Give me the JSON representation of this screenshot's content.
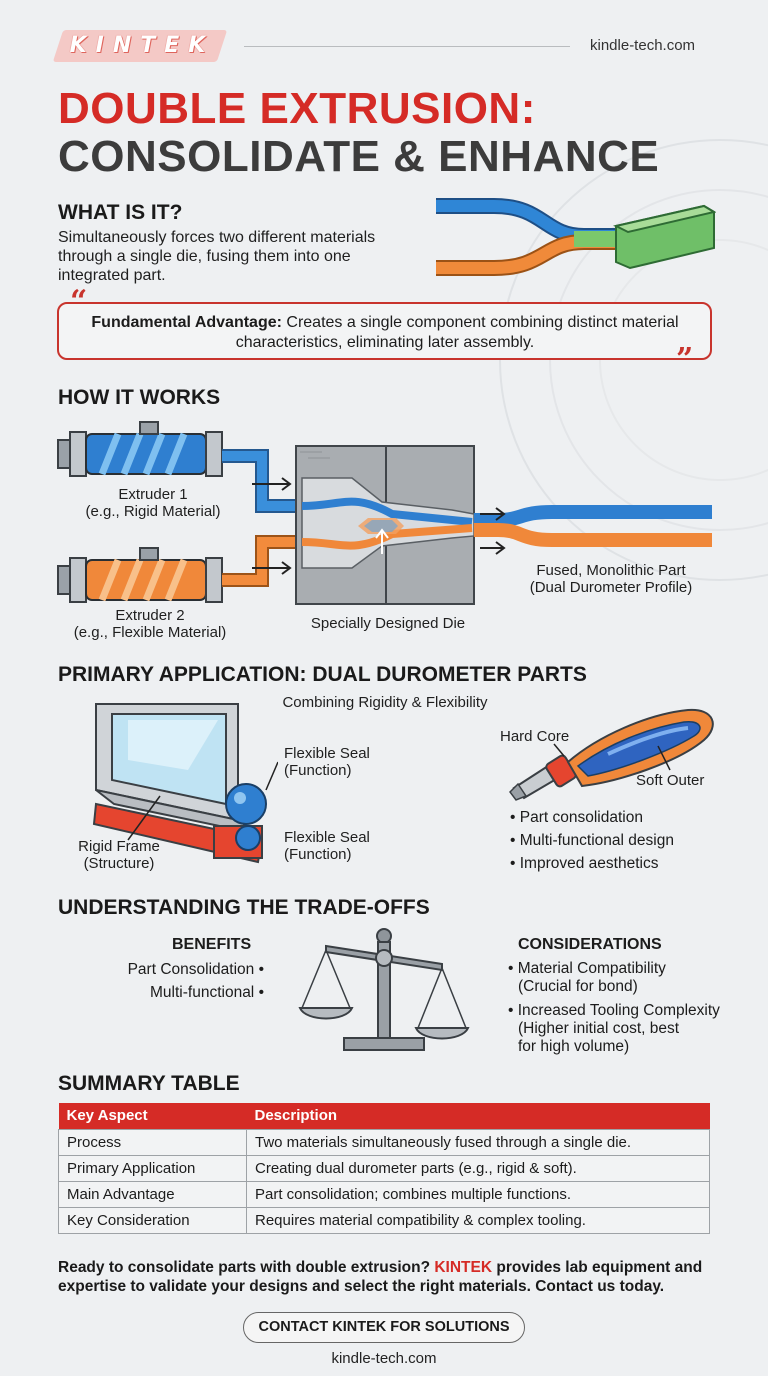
{
  "header": {
    "logo": "KINTEK",
    "site": "kindle-tech.com"
  },
  "title": {
    "line1": "DOUBLE EXTRUSION:",
    "line2": "CONSOLIDATE & ENHANCE"
  },
  "what_is_it": {
    "heading": "WHAT IS IT?",
    "text": "Simultaneously forces two different materials through a single die, fusing them into one integrated part."
  },
  "quote": {
    "lead": "Fundamental Advantage:",
    "text": " Creates a single component combining distinct material characteristics, eliminating later assembly."
  },
  "how_it_works": {
    "heading": "HOW IT WORKS",
    "extruder1": "Extruder 1",
    "extruder1_note": "(e.g., Rigid Material)",
    "extruder2": "Extruder 2",
    "extruder2_note": "(e.g., Flexible Material)",
    "die": "Specially Designed Die",
    "output": "Fused, Monolithic Part",
    "output_note": "(Dual Durometer Profile)"
  },
  "application": {
    "heading": "PRIMARY APPLICATION: DUAL DUROMETER PARTS",
    "subheading": "Combining Rigidity & Flexibility",
    "seal_top": "Flexible Seal",
    "seal_top_note": "(Function)",
    "seal_bottom": "Flexible Seal",
    "seal_bottom_note": "(Function)",
    "frame": "Rigid Frame",
    "frame_note": "(Structure)",
    "hard_core": "Hard Core",
    "soft_outer": "Soft Outer",
    "bullets": [
      "Part consolidation",
      "Multi-functional design",
      "Improved aesthetics"
    ]
  },
  "tradeoffs": {
    "heading": "UNDERSTANDING THE TRADE-OFFS",
    "benefits_heading": "BENEFITS",
    "benefits": [
      "Part Consolidation",
      "Multi-functional"
    ],
    "considerations_heading": "CONSIDERATIONS",
    "considerations": [
      {
        "line1": "Material Compatibility",
        "line2": "(Crucial for bond)",
        "line3": ""
      },
      {
        "line1": "Increased Tooling Complexity",
        "line2": "(Higher initial cost, best",
        "line3": "for high volume)"
      }
    ]
  },
  "summary": {
    "heading": "SUMMARY TABLE",
    "columns": [
      "Key Aspect",
      "Description"
    ],
    "rows": [
      [
        "Process",
        "Two materials simultaneously fused through a single die."
      ],
      [
        "Primary Application",
        "Creating dual durometer parts (e.g., rigid & soft)."
      ],
      [
        "Main Advantage",
        "Part consolidation; combines multiple functions."
      ],
      [
        "Key Consideration",
        "Requires material compatibility & complex tooling."
      ]
    ]
  },
  "cta": {
    "text_a": "Ready to consolidate parts with double extrusion? ",
    "brand": "KINTEK",
    "text_b": " provides lab equipment and expertise to validate your designs and select the right materials. Contact us today.",
    "button": "CONTACT KINTEK FOR SOLUTIONS",
    "site": "kindle-tech.com"
  },
  "colors": {
    "brand_red": "#d52b26",
    "rigid_blue": "#2f7fd0",
    "flexible_orange": "#f0883a",
    "profile_green": "#6cc070"
  }
}
